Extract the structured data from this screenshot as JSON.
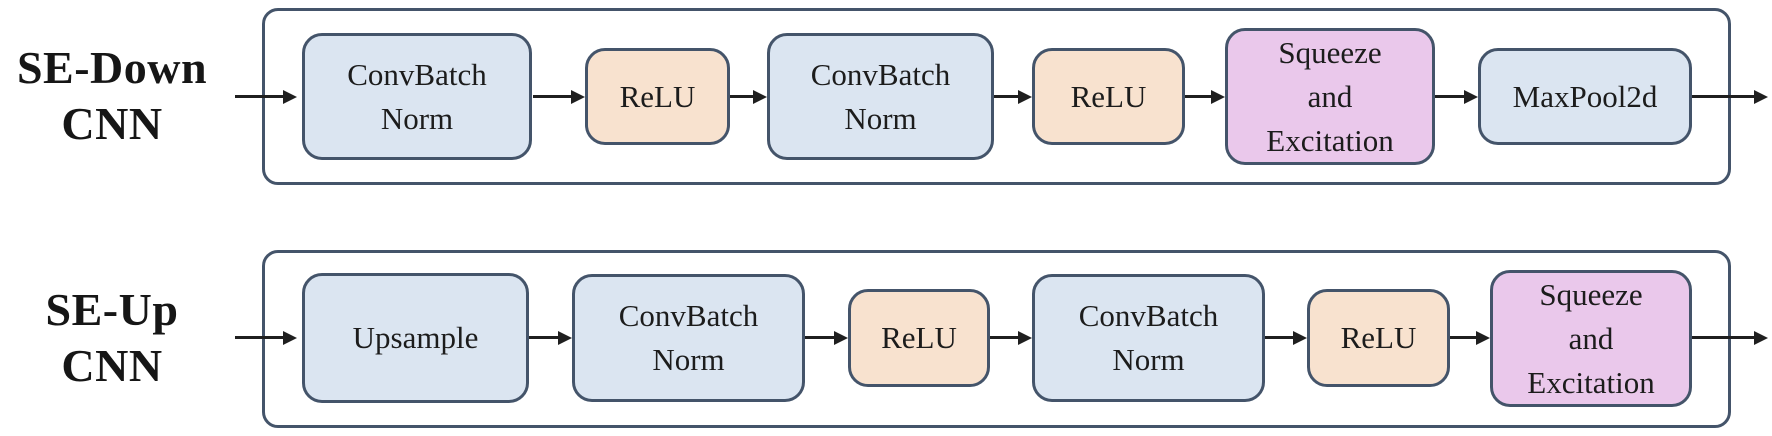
{
  "diagram": {
    "title": "SE CNN block architecture diagram",
    "colors": {
      "box_blue": "#dbe5f1",
      "box_peach": "#f8e2cf",
      "box_pink": "#eac8eb",
      "outline": "#44546a",
      "arrow": "#1f1f1f",
      "background": "#ffffff"
    },
    "rows": [
      {
        "name": "SE-Down CNN",
        "label": {
          "line1": "SE-Down",
          "line2": "CNN"
        },
        "boxes": [
          {
            "type": "conv-batch-norm",
            "color": "blue",
            "lines": [
              "ConvBatch",
              "Norm"
            ]
          },
          {
            "type": "relu",
            "color": "peach",
            "lines": [
              "ReLU"
            ]
          },
          {
            "type": "conv-batch-norm",
            "color": "blue",
            "lines": [
              "ConvBatch",
              "Norm"
            ]
          },
          {
            "type": "relu",
            "color": "peach",
            "lines": [
              "ReLU"
            ]
          },
          {
            "type": "squeeze-excitation",
            "color": "pink",
            "lines": [
              "Squeeze",
              "and",
              "Excitation"
            ]
          },
          {
            "type": "maxpool2d",
            "color": "blue",
            "lines": [
              "MaxPool2d"
            ]
          }
        ]
      },
      {
        "name": "SE-Up CNN",
        "label": {
          "line1": "SE-Up",
          "line2": "CNN"
        },
        "boxes": [
          {
            "type": "upsample",
            "color": "blue",
            "lines": [
              "Upsample"
            ]
          },
          {
            "type": "conv-batch-norm",
            "color": "blue",
            "lines": [
              "ConvBatch",
              "Norm"
            ]
          },
          {
            "type": "relu",
            "color": "peach",
            "lines": [
              "ReLU"
            ]
          },
          {
            "type": "conv-batch-norm",
            "color": "blue",
            "lines": [
              "ConvBatch",
              "Norm"
            ]
          },
          {
            "type": "relu",
            "color": "peach",
            "lines": [
              "ReLU"
            ]
          },
          {
            "type": "squeeze-excitation",
            "color": "pink",
            "lines": [
              "Squeeze",
              "and",
              "Excitation"
            ]
          }
        ]
      }
    ]
  }
}
